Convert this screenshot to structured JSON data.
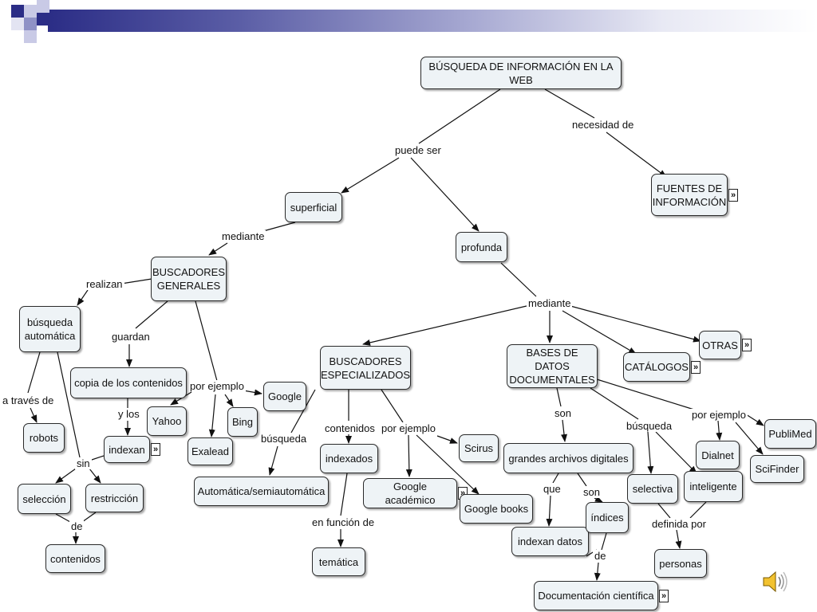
{
  "diagram": {
    "nodes": {
      "root": "BÚSQUEDA DE INFORMACIÓN EN LA WEB",
      "fuentes": "FUENTES DE\nINFORMACIÓN",
      "superficial": "superficial",
      "profunda": "profunda",
      "buscadores_generales": "BUSCADORES\nGENERALES",
      "busqueda_automatica": "búsqueda\nautomática",
      "copia": "copia de los contenidos",
      "robots": "robots",
      "indexan": "indexan",
      "seleccion": "selección",
      "restriccion": "restricción",
      "contenidos": "contenidos",
      "yahoo": "Yahoo",
      "bing": "Bing",
      "google": "Google",
      "exalead": "Exalead",
      "buscadores_especializados": "BUSCADORES\nESPECIALIZADOS",
      "automatica_semi": "Automática/semiautomática",
      "indexados": "indexados",
      "tematica": "temática",
      "google_academico": "Google académico",
      "google_books": "Google books",
      "scirus": "Scirus",
      "bases_datos": "BASES DE DATOS\nDOCUMENTALES",
      "catalogos": "CATÁLOGOS",
      "otras": "OTRAS",
      "grandes_archivos": "grandes archivos digitales",
      "indexan_datos": "indexan datos",
      "indices": "índices",
      "documentacion": "Documentación científica",
      "selectiva": "selectiva",
      "inteligente": "inteligente",
      "personas": "personas",
      "dialnet": "Dialnet",
      "publimed": "PubliMed",
      "scifinder": "SciFinder"
    },
    "links": {
      "puede_ser": "puede ser",
      "necesidad_de": "necesidad de",
      "mediante_1": "mediante",
      "mediante_2": "mediante",
      "realizan": "realizan",
      "guardan": "guardan",
      "a_traves_de": "a través de",
      "y_los": "y los",
      "sin": "sin",
      "de_1": "de",
      "por_ejemplo_1": "por ejemplo",
      "busqueda_1": "búsqueda",
      "contenidos_lbl": "contenidos",
      "por_ejemplo_2": "por ejemplo",
      "en_funcion_de": "en función de",
      "son_1": "son",
      "que": "que",
      "son_2": "son",
      "de_2": "de",
      "busqueda_2": "búsqueda",
      "definida_por": "definida por",
      "por_ejemplo_3": "por ejemplo"
    },
    "expand_glyph": "»",
    "line_color": "#111111",
    "node_fill": "#eef3f6"
  }
}
